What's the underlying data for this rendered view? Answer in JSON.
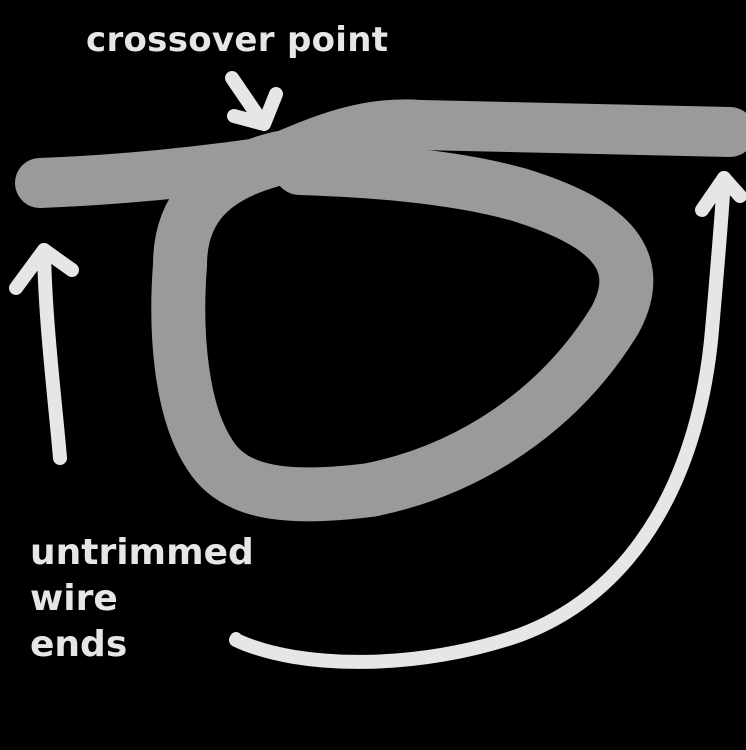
{
  "labels": {
    "crossover_point": "crossover point",
    "untrimmed_wire_ends": [
      "untrimmed",
      "wire",
      "ends"
    ]
  },
  "colors": {
    "background": "#000000",
    "wire": "#9a9a9a",
    "annotation": "#e6e6e6"
  }
}
